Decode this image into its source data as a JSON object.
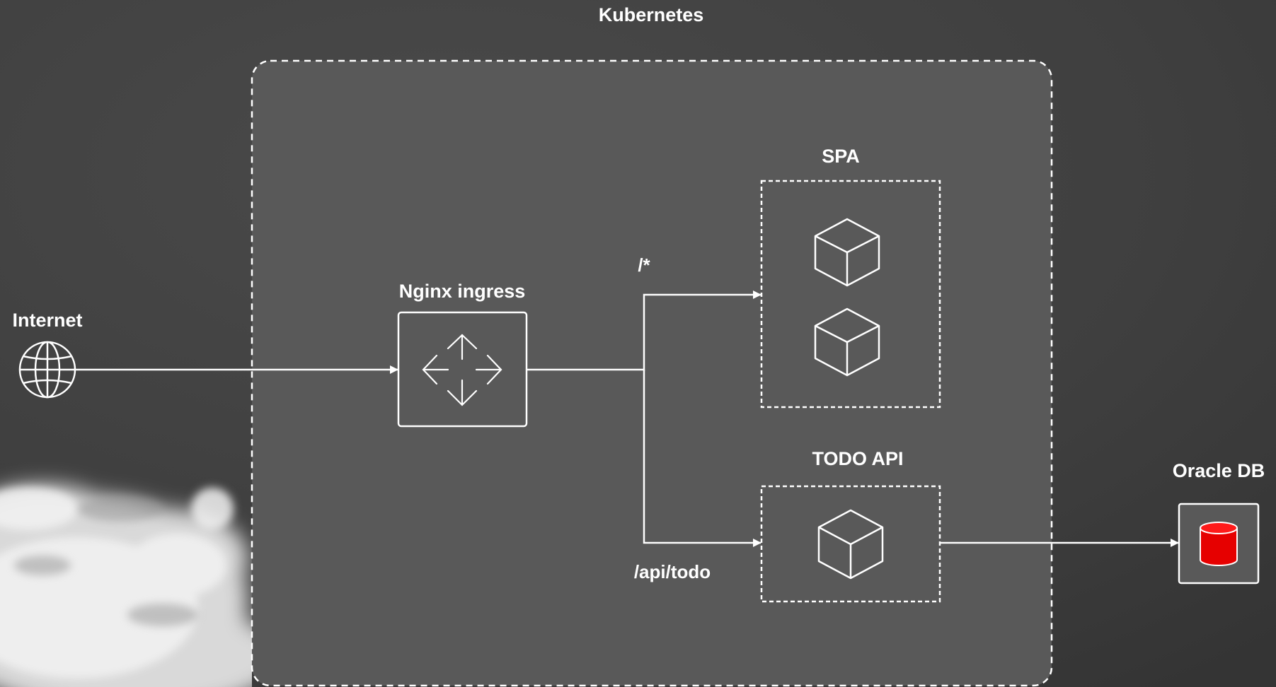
{
  "diagram": {
    "title": "Kubernetes",
    "nodes": {
      "internet": {
        "label": "Internet",
        "icon": "globe-icon"
      },
      "ingress": {
        "label": "Nginx ingress",
        "icon": "directions-icon"
      },
      "spa": {
        "label": "SPA",
        "icon": "cube-icon"
      },
      "todo_api": {
        "label": "TODO API",
        "icon": "cube-icon"
      },
      "oracle_db": {
        "label": "Oracle DB",
        "icon": "database-icon",
        "icon_color": "#e60000"
      }
    },
    "routes": {
      "spa_path": "/*",
      "api_path": "/api/todo"
    },
    "colors": {
      "background": "#3c3c3c",
      "cluster_fill": "#5a5a5a",
      "lines": "#ffffff",
      "database": "#e60000"
    }
  }
}
